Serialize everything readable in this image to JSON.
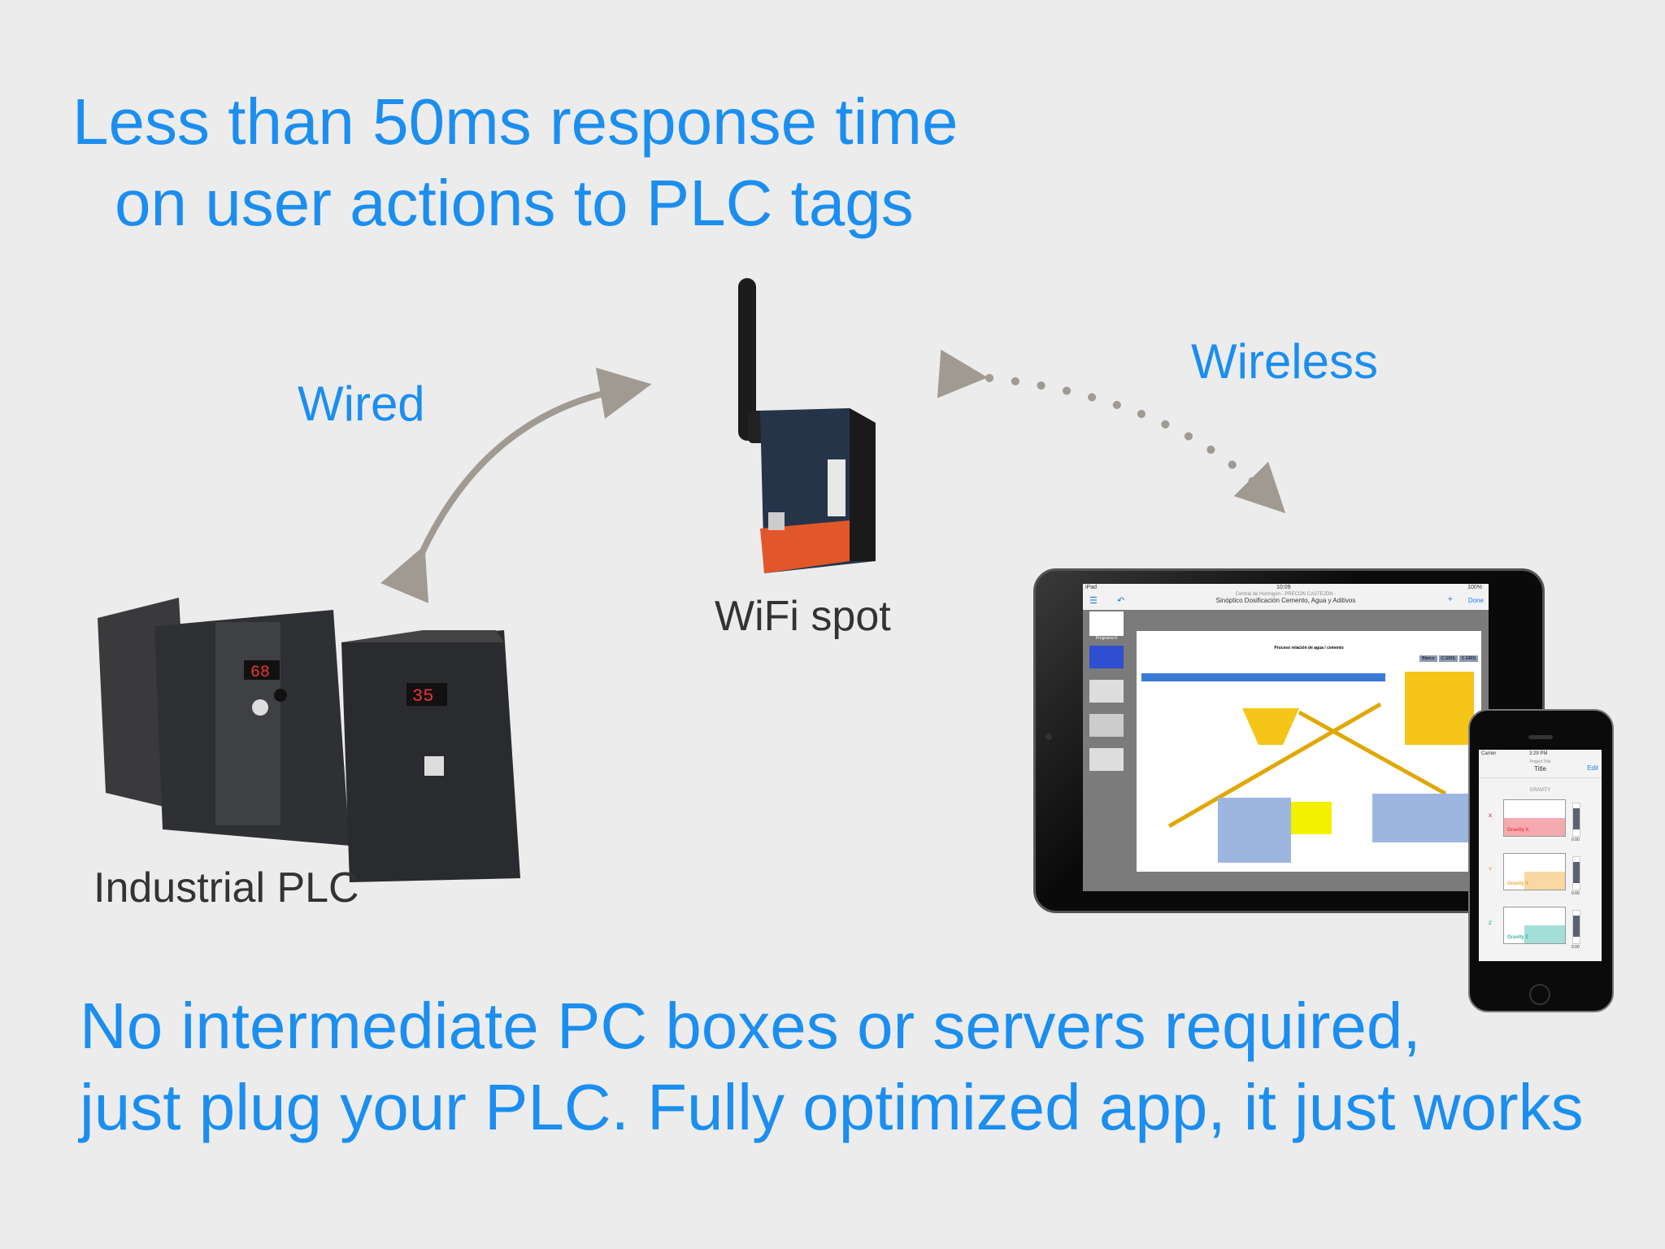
{
  "headline": {
    "line1": "Less than 50ms response time",
    "line2": "on user actions to PLC tags"
  },
  "labels": {
    "wired": "Wired",
    "wireless": "Wireless",
    "wifi_spot": "WiFi spot",
    "plc": "Industrial PLC"
  },
  "footer": {
    "line1": "No intermediate PC boxes or servers required,",
    "line2": "just plug your PLC. Fully optimized app, it just works"
  },
  "ipad": {
    "status_left": "iPad",
    "time": "10:09",
    "battery": "100%",
    "subtitle": "Central de Hormigón - PRECON CASTEJÓN -",
    "title": "Sinóptico Dosificación Cemento, Agua y Aditivos",
    "done": "Done",
    "page_heading": "Proceso relación de agua / cemento",
    "silo_buttons": [
      "Blanco",
      "C.GRIS",
      "C.GRIS"
    ],
    "thumb_label": "Programa-5"
  },
  "iphone": {
    "carrier": "Carrier",
    "time": "3:29 PM",
    "project": "Project Title",
    "title": "Title",
    "edit": "Edit",
    "section": "GRAVITY",
    "charts": [
      {
        "axis": "X",
        "name": "Gravity X",
        "color": "#e8424e",
        "value": "0.00"
      },
      {
        "axis": "Y",
        "name": "Gravity Y",
        "color": "#f3a833",
        "value": "0.00"
      },
      {
        "axis": "Z",
        "name": "Gravity Z",
        "color": "#35b5a8",
        "value": "0.00"
      }
    ]
  },
  "colors": {
    "accent": "#1b8ef0",
    "arrow": "#a09a93"
  }
}
